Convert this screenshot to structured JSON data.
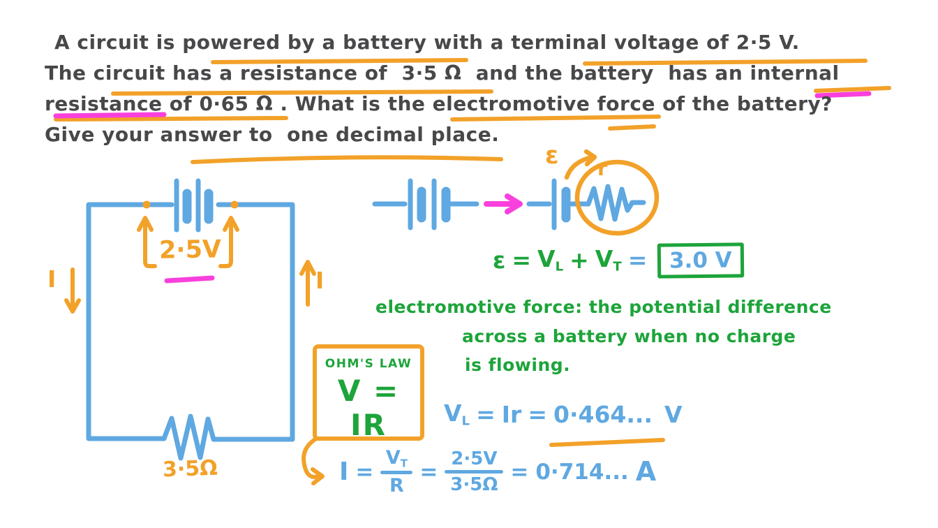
{
  "colors": {
    "ink": "#48484a",
    "orange": "#f2a129",
    "pink": "#f940dd",
    "blue": "#5fa8e1",
    "green": "#1da43a"
  },
  "problem": {
    "lines": [
      "A circuit is powered by a battery with a terminal voltage of 2·5 V.",
      "The circuit has a resistance of  3·5 Ω  and the battery  has an internal",
      "resistance of 0·65 Ω . What is the electromotive force of the battery?",
      "Give your answer to  one decimal place."
    ]
  },
  "circuit": {
    "voltage_label": "2·5V",
    "current_left_label": "I",
    "current_right_label": "I",
    "resistor_label": "3·5Ω"
  },
  "model": {
    "emf_label": "ε",
    "internal_resistance_label": "r"
  },
  "emf_equation": {
    "epsilon": "ε",
    "eq1": "=",
    "v_lost": "V",
    "v_lost_sub": "L",
    "plus": "+",
    "v_terminal": "V",
    "v_terminal_sub": "T",
    "eq2": "=",
    "result": "3.0 V"
  },
  "definition": {
    "lines": [
      "electromotive force: the potential difference",
      "across a battery when no charge",
      "is flowing."
    ]
  },
  "ohms_law": {
    "title": "OHM'S LAW",
    "formula": "V = IR"
  },
  "lost_volts_equation": {
    "v": "V",
    "v_sub": "L",
    "eq1": "=",
    "rhs": "Ir",
    "eq2": "=",
    "value": "0·464...",
    "unit": "V"
  },
  "current_equation": {
    "i": "I",
    "eq1": "=",
    "num1": "V",
    "num1_sub": "T",
    "den1": "R",
    "eq2": "=",
    "num2": "2·5V",
    "den2": "3·5Ω",
    "eq3": "=",
    "value": "0·714...",
    "unit": "A"
  }
}
